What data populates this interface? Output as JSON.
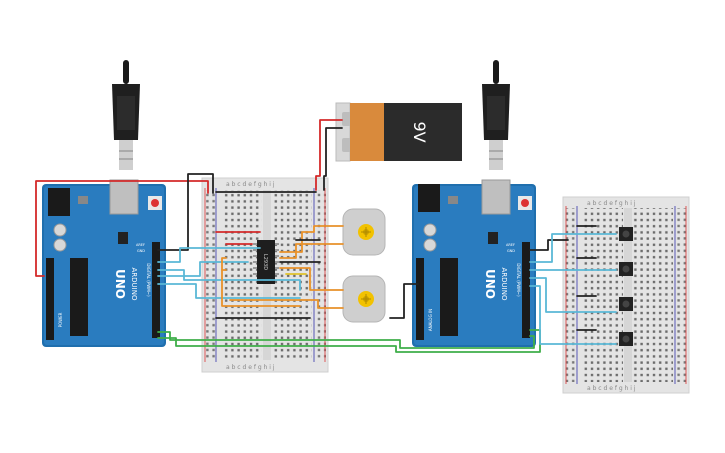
{
  "battery": {
    "label": "9V",
    "color_body": "#2b2b2b",
    "color_band": "#d98a3c"
  },
  "arduino_left": {
    "brand": "ARDUINO",
    "model": "UNO"
  },
  "arduino_right": {
    "brand": "ARDUINO",
    "model": "UNO"
  },
  "driver_chip": {
    "label": "L293D"
  },
  "breadboard_left": {
    "col_letters_top": "a b c d e   f g h i j",
    "col_letters_bottom": "a b c d e   f g h i j"
  },
  "breadboard_right": {
    "col_letters_top": "a b c d e   f g h i j",
    "col_letters_bottom": "a b c d e   f g h i j"
  },
  "header_labels": {
    "aref": "AREF",
    "gnd": "GND",
    "digital": "DIGITAL (PWM~)"
  },
  "power_labels": {
    "power": "POWER",
    "analog": "ANALOG IN"
  },
  "wire_colors": {
    "red": "#d42a2a",
    "black": "#222222",
    "orange": "#e8912a",
    "cyan": "#5ab8d6",
    "green": "#3fae49",
    "yellow": "#e0c22a"
  }
}
